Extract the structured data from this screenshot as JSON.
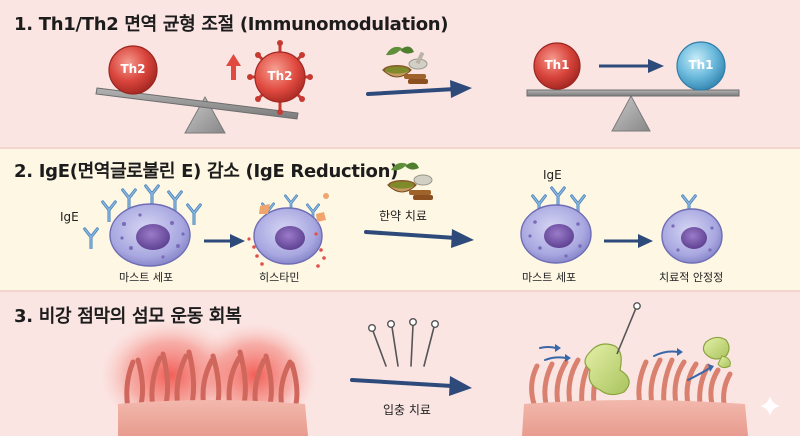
{
  "sections": [
    {
      "title": "1. Th1/Th2 면역 균형 조절 (Immunomodulation)"
    },
    {
      "title": "2. IgE(면역글로불린 E) 감소 (IgE Reduction)"
    },
    {
      "title": "3. 비강 점막의 섬모 운동 회복"
    }
  ],
  "section1": {
    "th2_left": "Th2",
    "th2_right": "Th2",
    "th1_left": "Th1",
    "th1_right": "Th1"
  },
  "section2": {
    "ige_left": "IgE",
    "mast_cell_left": "마스트 세포",
    "histamine": "히스타민",
    "herbal_treatment": "한약 치료",
    "ige_right": "IgE",
    "mast_cell_right": "마스트 세포",
    "stabilized": "치료적 안정정"
  },
  "section3": {
    "acupuncture": "입충 치료"
  },
  "colors": {
    "panel_pink": "#fbe5e3",
    "panel_yellow": "#fdf7e3",
    "arrow_blue": "#2d4a7a",
    "th2_red": "#d9453c",
    "th1_blue": "#5fb2d6",
    "mast_cell_purple": "#a9a8e0",
    "receptor_blue": "#6e9fcb"
  }
}
